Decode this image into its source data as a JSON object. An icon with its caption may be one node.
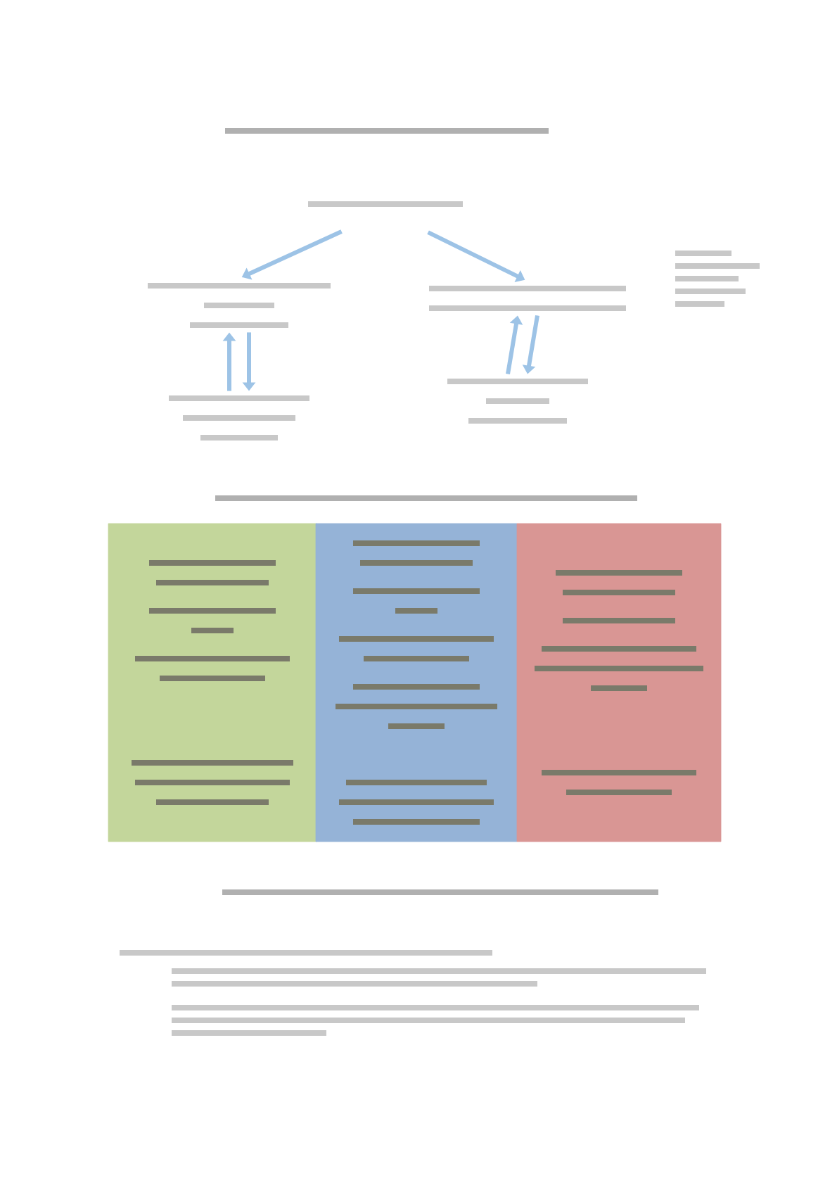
{
  "diagram": {
    "nodes": [
      {
        "text": [],
        "shape": "bar"
      },
      {
        "text": [],
        "shape": "bar"
      },
      {
        "text": [],
        "shape": "bar"
      },
      {
        "text": [],
        "shape": "bar"
      },
      {
        "text": [],
        "shape": "bar"
      },
      {
        "text": [],
        "shape": "box"
      },
      {
        "text": [],
        "shape": "box"
      },
      {
        "text": [],
        "shape": "box"
      }
    ],
    "edges": [
      {
        "from": 0,
        "to": 1,
        "arrow": "to"
      },
      {
        "from": 0,
        "to": 2,
        "arrow": "to"
      },
      {
        "from": 3,
        "to": 1,
        "arrow": "to"
      },
      {
        "from": 1,
        "to": 3,
        "arrow": "to"
      },
      {
        "from": 4,
        "to": 2,
        "arrow": "to"
      },
      {
        "from": 2,
        "to": 4,
        "arrow": "to"
      }
    ]
  }
}
